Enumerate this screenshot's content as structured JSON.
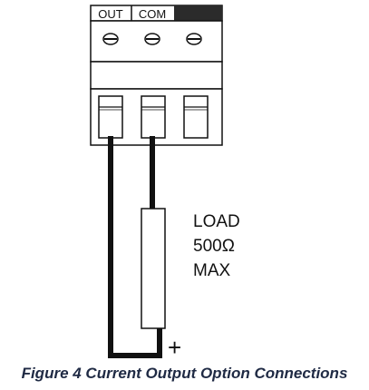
{
  "connector": {
    "terminal_labels": [
      "OUT",
      "COM",
      ""
    ]
  },
  "load": {
    "lines": [
      "LOAD",
      "500Ω",
      "MAX"
    ],
    "polarity": "+"
  },
  "caption": "Figure 4 Current Output Option Connections",
  "colors": {
    "line": "#111111",
    "header_dark": "#2b2b2b",
    "caption": "#1f2a44"
  }
}
